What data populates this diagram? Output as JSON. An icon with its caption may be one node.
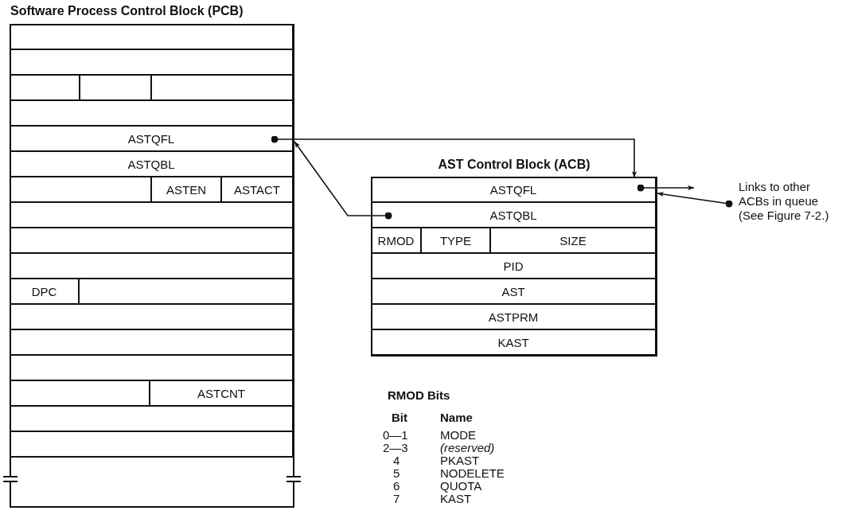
{
  "diagram": {
    "nodes": [
      {
        "text": [
          "Software Process Control Block (PCB)"
        ]
      },
      {
        "text": [],
        "shape": "box",
        "in": 0
      },
      {
        "text": [],
        "shape": "box",
        "in": 0
      },
      {
        "text": [],
        "shape": "box",
        "in": 0
      },
      {
        "text": [],
        "shape": "box",
        "in": 0
      },
      {
        "text": [],
        "shape": "box",
        "in": 0
      },
      {
        "text": [],
        "shape": "box",
        "in": 0
      },
      {
        "text": [
          "ASTQFL"
        ],
        "in": 0
      },
      {
        "text": [
          "ASTQBL"
        ],
        "in": 0
      },
      {
        "text": [],
        "shape": "box",
        "in": 0
      },
      {
        "text": [
          "ASTEN"
        ],
        "in": 0
      },
      {
        "text": [
          "ASTACT"
        ],
        "in": 0
      },
      {
        "text": [],
        "shape": "box",
        "in": 0
      },
      {
        "text": [],
        "shape": "box",
        "in": 0
      },
      {
        "text": [],
        "shape": "box",
        "in": 0
      },
      {
        "text": [
          "DPC"
        ],
        "in": 0
      },
      {
        "text": [],
        "shape": "box",
        "in": 0
      },
      {
        "text": [],
        "shape": "box",
        "in": 0
      },
      {
        "text": [],
        "shape": "box",
        "in": 0
      },
      {
        "text": [],
        "shape": "box",
        "in": 0
      },
      {
        "text": [],
        "shape": "box",
        "in": 0
      },
      {
        "text": [
          "ASTCNT"
        ],
        "in": 0
      },
      {
        "text": [],
        "shape": "box",
        "in": 0
      },
      {
        "text": [],
        "shape": "box",
        "in": 0
      },
      {
        "text": [
          "AST Control Block (ACB)"
        ]
      },
      {
        "text": [
          "ASTQFL"
        ],
        "in": 24
      },
      {
        "text": [
          "ASTQBL"
        ],
        "in": 24
      },
      {
        "text": [
          "RMOD"
        ],
        "in": 24
      },
      {
        "text": [
          "TYPE"
        ],
        "in": 24
      },
      {
        "text": [
          "SIZE"
        ],
        "in": 24
      },
      {
        "text": [
          "PID"
        ],
        "in": 24
      },
      {
        "text": [
          "AST"
        ],
        "in": 24
      },
      {
        "text": [
          "ASTPRM"
        ],
        "in": 24
      },
      {
        "text": [
          "KAST"
        ],
        "in": 24
      },
      {
        "text": [
          "Links to other ACBs in queue (See Figure 7-2.)"
        ]
      }
    ],
    "edges": [
      {
        "from": 7,
        "to": 25,
        "arrow": "to"
      },
      {
        "from": 26,
        "to": 7,
        "arrow": "to"
      },
      {
        "from": 25,
        "to": 34,
        "arrow": "to"
      },
      {
        "from": 34,
        "to": 25,
        "arrow": "to"
      }
    ],
    "labels": [
      "RMOD Bits",
      "Bit",
      "Name",
      "0—1",
      "MODE",
      "2—3",
      "(reserved)",
      "4",
      "PKAST",
      "5",
      "NODELETE",
      "6",
      "QUOTA",
      "7",
      "KAST"
    ]
  }
}
